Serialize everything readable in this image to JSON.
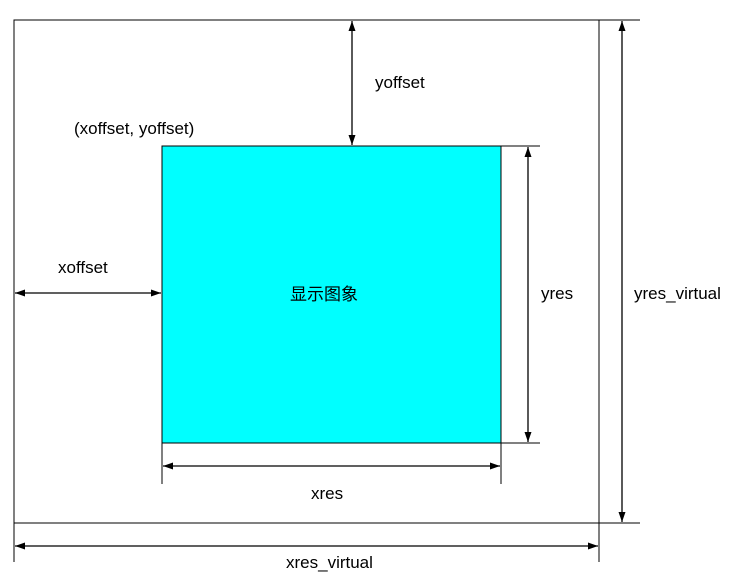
{
  "colors": {
    "display_fill": "#00ffff",
    "stroke": "#000000",
    "background": "#ffffff"
  },
  "labels": {
    "origin": "(xoffset, yoffset)",
    "yoffset": "yoffset",
    "xoffset": "xoffset",
    "display_image": "显示图象",
    "yres": "yres",
    "xres": "xres",
    "yres_virtual": "yres_virtual",
    "xres_virtual": "xres_virtual"
  }
}
